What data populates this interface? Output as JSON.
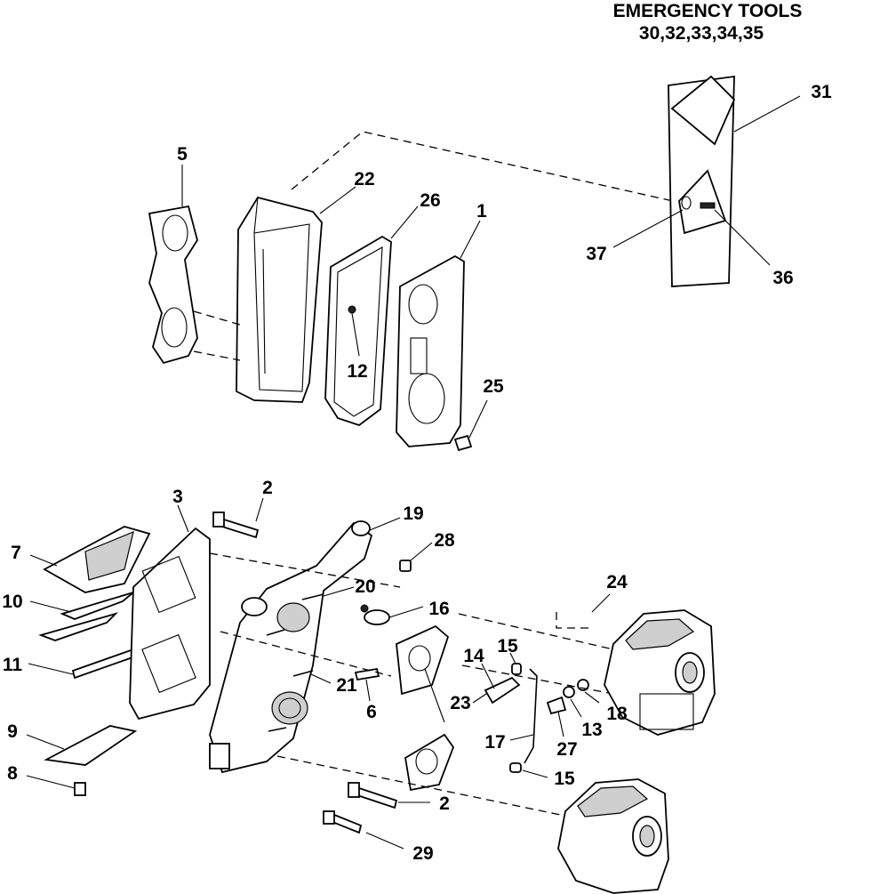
{
  "header": {
    "title": "EMERGENCY TOOLS",
    "parts": "30,32,33,34,35"
  },
  "callouts": [
    "1",
    "2",
    "2",
    "3",
    "5",
    "6",
    "7",
    "8",
    "9",
    "10",
    "11",
    "12",
    "13",
    "14",
    "15",
    "15",
    "16",
    "17",
    "18",
    "19",
    "20",
    "21",
    "22",
    "23",
    "24",
    "25",
    "26",
    "27",
    "28",
    "29",
    "31",
    "36",
    "37"
  ],
  "labels": {
    "l1": "1",
    "l2a": "2",
    "l2b": "2",
    "l3": "3",
    "l5": "5",
    "l6": "6",
    "l7": "7",
    "l8": "8",
    "l9": "9",
    "l10": "10",
    "l11": "11",
    "l12": "12",
    "l13": "13",
    "l14": "14",
    "l15a": "15",
    "l15b": "15",
    "l16": "16",
    "l17": "17",
    "l18": "18",
    "l19": "19",
    "l20": "20",
    "l21": "21",
    "l22": "22",
    "l23": "23",
    "l24": "24",
    "l25": "25",
    "l26": "26",
    "l27": "27",
    "l28": "28",
    "l29": "29",
    "l31": "31",
    "l36": "36",
    "l37": "37"
  }
}
